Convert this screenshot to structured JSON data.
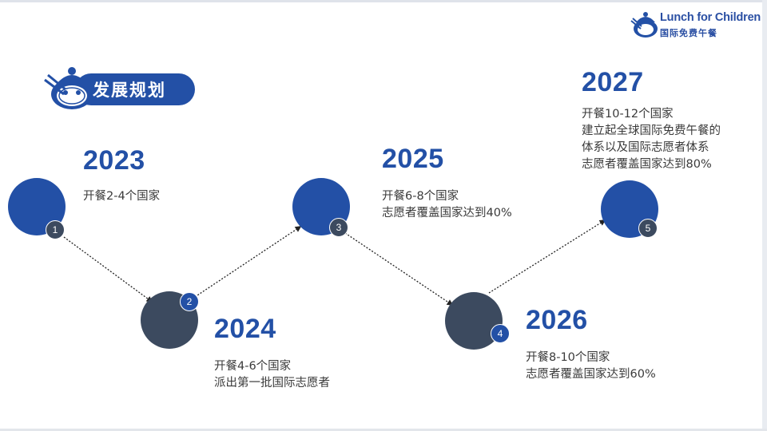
{
  "logo": {
    "name_en": "Lunch for Children",
    "name_zh": "国际免费午餐"
  },
  "section": {
    "title": "发展规划"
  },
  "colors": {
    "blue": "#2350a6",
    "dark": "#3c4a5f"
  },
  "milestones": [
    {
      "year": "2023",
      "badge": "1",
      "lines": [
        "开餐2-4个国家"
      ]
    },
    {
      "year": "2024",
      "badge": "2",
      "lines": [
        "开餐4-6个国家",
        "派出第一批国际志愿者"
      ]
    },
    {
      "year": "2025",
      "badge": "3",
      "lines": [
        "开餐6-8个国家",
        "志愿者覆盖国家达到40%"
      ]
    },
    {
      "year": "2026",
      "badge": "4",
      "lines": [
        "开餐8-10个国家",
        "志愿者覆盖国家达到60%"
      ]
    },
    {
      "year": "2027",
      "badge": "5",
      "lines": [
        "开餐10-12个国家",
        "建立起全球国际免费午餐的",
        "体系以及国际志愿者体系",
        "志愿者覆盖国家达到80%"
      ]
    }
  ]
}
